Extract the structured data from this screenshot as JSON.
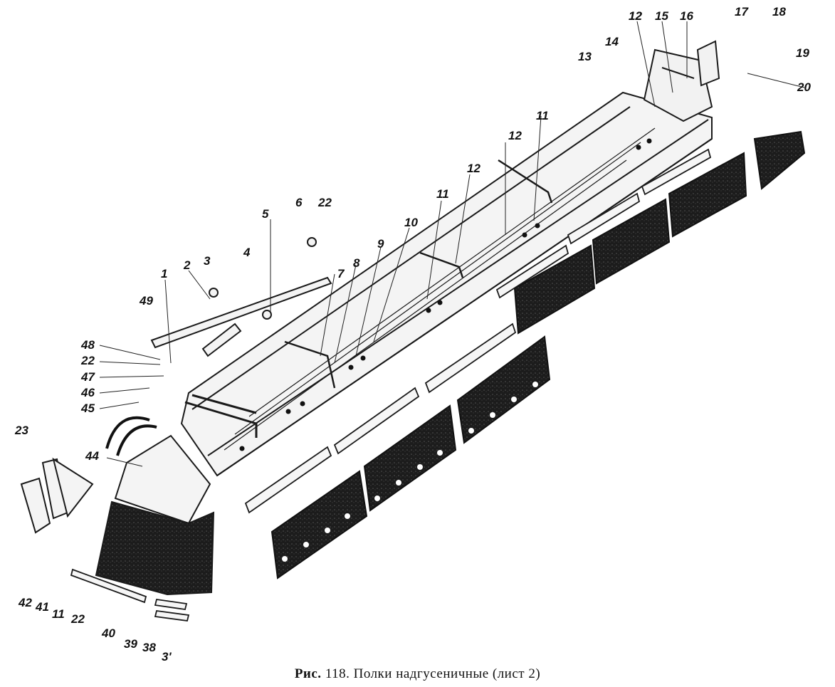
{
  "caption": {
    "prefix": "Рис.",
    "number": "118.",
    "text": "Полки надгусеничные (лист 2)"
  },
  "labels": [
    "1",
    "2",
    "3",
    "4",
    "5",
    "6",
    "22",
    "7",
    "8",
    "9",
    "10",
    "11",
    "12",
    "12",
    "11",
    "12",
    "13",
    "14",
    "12",
    "15",
    "16",
    "17",
    "18",
    "19",
    "20",
    "49",
    "48",
    "22",
    "47",
    "46",
    "45",
    "23",
    "44",
    "42",
    "41",
    "11",
    "22",
    "40",
    "39",
    "38",
    "3'"
  ],
  "colors": {
    "ink": "#1a1a1a",
    "panel": "#222222",
    "paper": "#ffffff"
  }
}
